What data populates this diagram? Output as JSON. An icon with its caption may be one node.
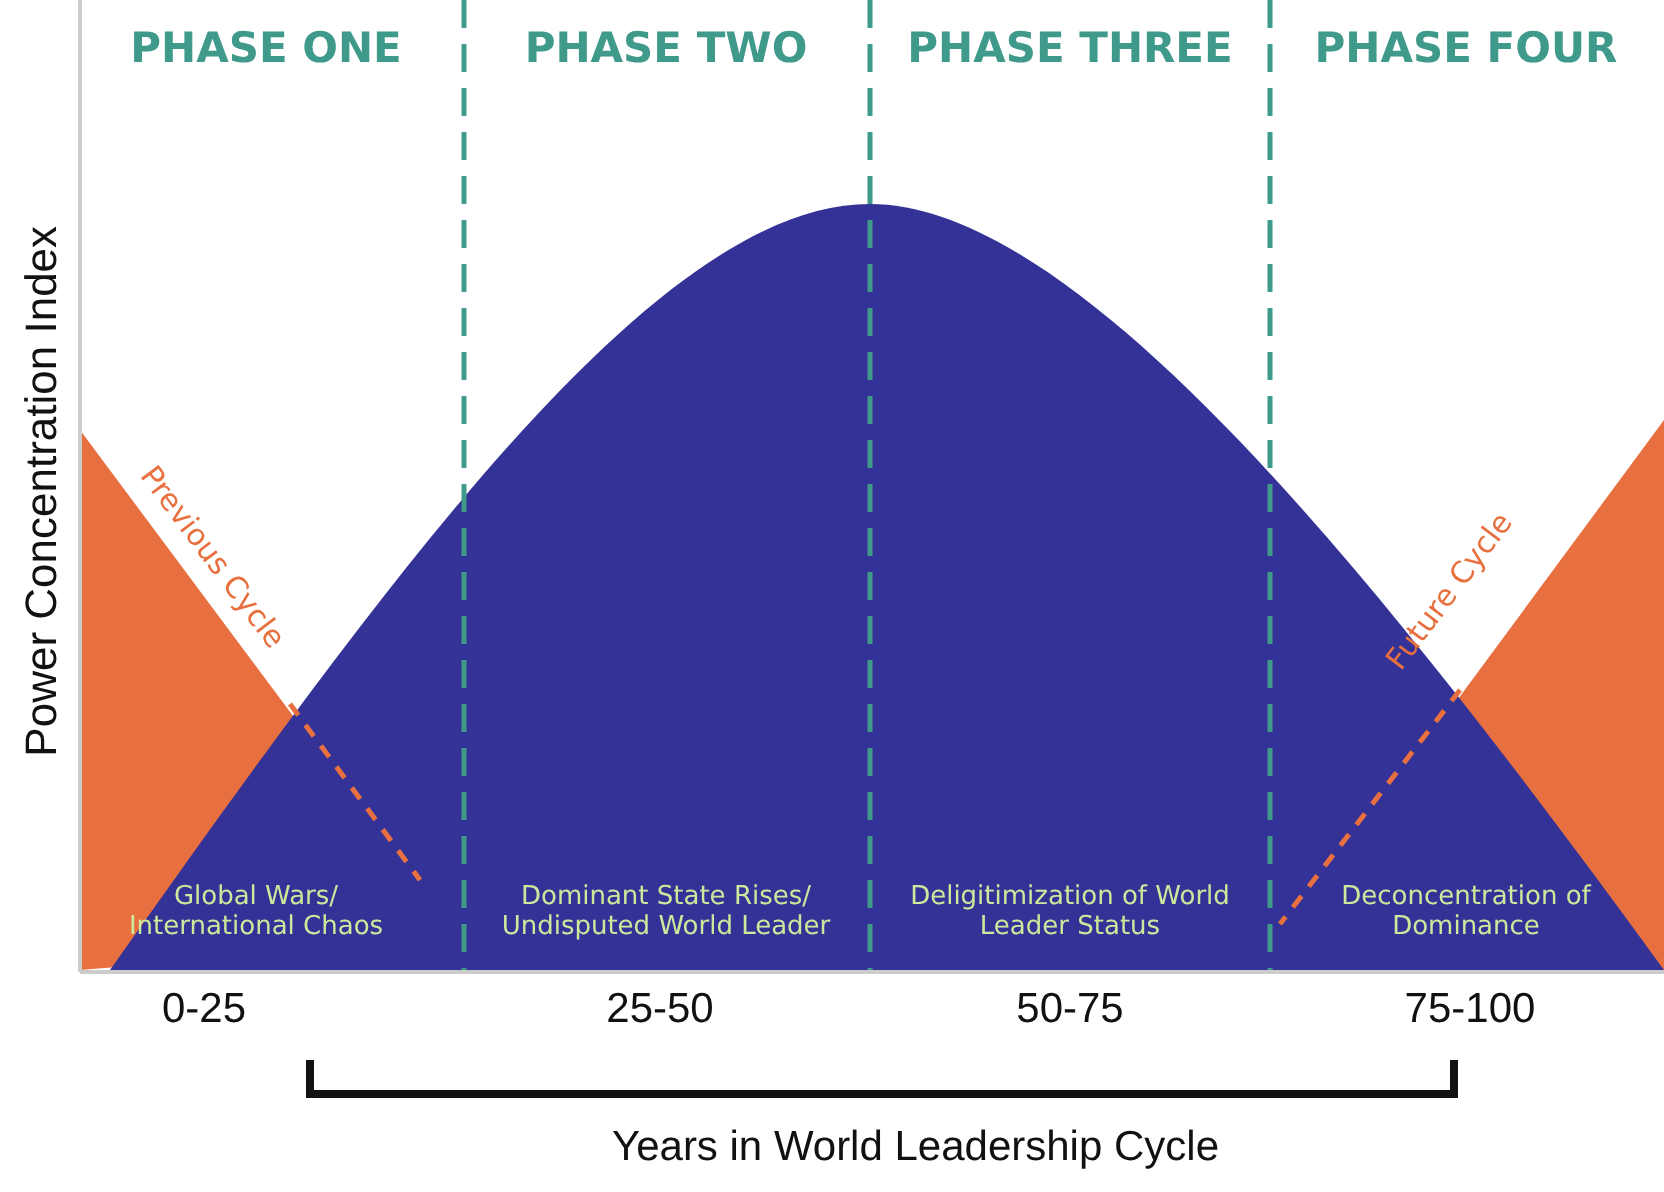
{
  "diagram": {
    "labels": [
      "PHASE ONE",
      "PHASE TWO",
      "PHASE THREE",
      "PHASE FOUR",
      "Power Concentration Index",
      "Previous Cycle",
      "Future Cycle",
      "Global Wars/ International Chaos",
      "Dominant State Rises/ Undisputed World Leader",
      "Deligitimization of World Leader Status",
      "Deconcentration of Dominance",
      "0-25",
      "25-50",
      "50-75",
      "75-100",
      "Years in World Leadership Cycle"
    ]
  }
}
